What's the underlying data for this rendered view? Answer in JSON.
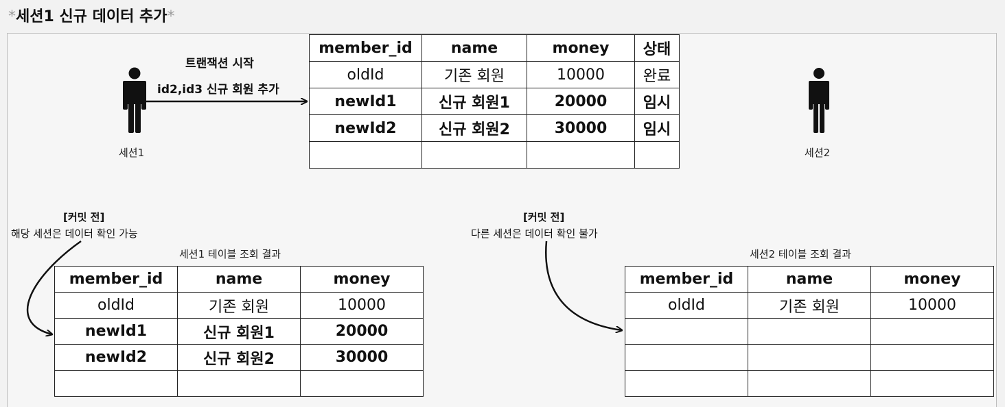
{
  "title": {
    "star_left": "*",
    "text": "세션1 신규 데이터 추가",
    "star_right": "*"
  },
  "session1_actor": {
    "label": "세션1"
  },
  "session2_actor": {
    "label": "세션2"
  },
  "transaction": {
    "line1": "트랜잭션 시작",
    "line2": "id2,id3 신규 회원 추가"
  },
  "main_table": {
    "headers": [
      "member_id",
      "name",
      "money",
      "상태"
    ],
    "rows": [
      {
        "member_id": "oldId",
        "name": "기존 회원",
        "money": "10000",
        "status": "완료"
      },
      {
        "member_id": "newId1",
        "name": "신규 회원1",
        "money": "20000",
        "status": "임시"
      },
      {
        "member_id": "newId2",
        "name": "신규 회원2",
        "money": "30000",
        "status": "임시"
      }
    ]
  },
  "note_left": {
    "title": "[커밋 전]",
    "text": "해당 세션은 데이터 확인 가능"
  },
  "note_right": {
    "title": "[커밋 전]",
    "text": "다른 세션은 데이터 확인 불가"
  },
  "session1_table": {
    "caption": "세션1 테이블 조회 결과",
    "headers": [
      "member_id",
      "name",
      "money"
    ],
    "rows": [
      {
        "member_id": "oldId",
        "name": "기존 회원",
        "money": "10000"
      },
      {
        "member_id": "newId1",
        "name": "신규 회원1",
        "money": "20000"
      },
      {
        "member_id": "newId2",
        "name": "신규 회원2",
        "money": "30000"
      }
    ]
  },
  "session2_table": {
    "caption": "세션2 테이블 조회 결과",
    "headers": [
      "member_id",
      "name",
      "money"
    ],
    "rows": [
      {
        "member_id": "oldId",
        "name": "기존 회원",
        "money": "10000"
      }
    ]
  }
}
